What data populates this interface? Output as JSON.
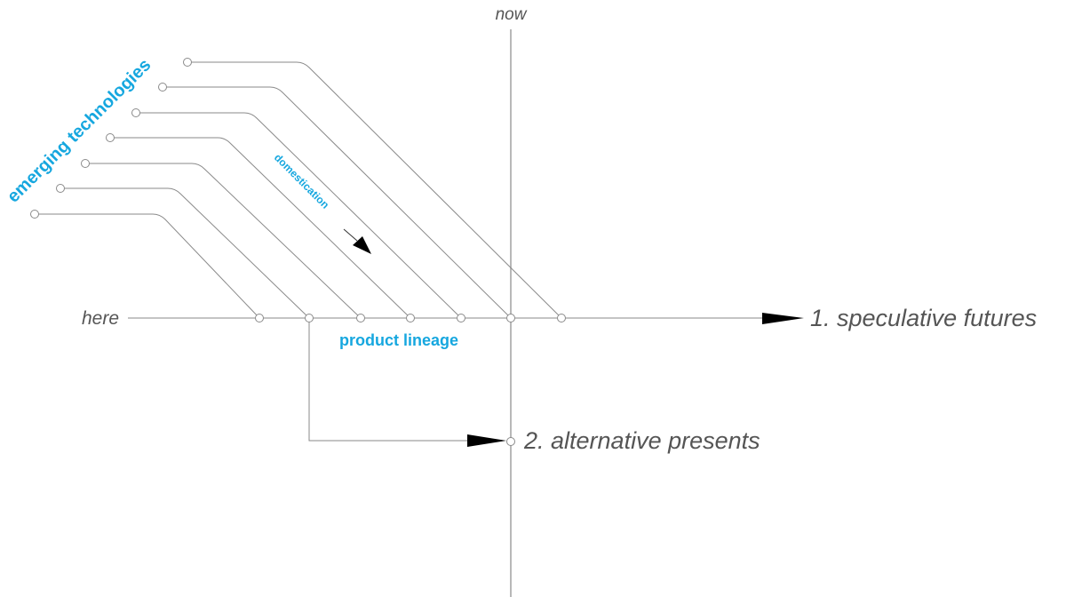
{
  "labels": {
    "now": "now",
    "here": "here",
    "speculative_futures": "1. speculative futures",
    "alternative_presents": "2. alternative presents",
    "emerging_technologies": "emerging technologies",
    "domestication": "domestication",
    "product_lineage": "product lineage"
  },
  "colors": {
    "accent": "#16a7df",
    "line": "#8a8a8a",
    "axis": "#a6a6a6",
    "text": "#555555",
    "arrow": "#000000"
  }
}
